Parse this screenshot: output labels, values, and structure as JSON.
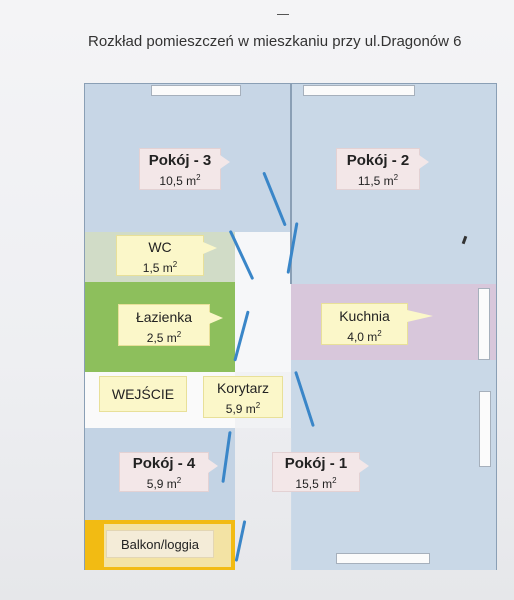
{
  "title": "Rozkład pomieszczeń w mieszkaniu przy ul.Dragonów 6",
  "colors": {
    "blue_room": "#c8d8e8",
    "wc": "#d1dcc7",
    "bathroom": "#8dbf5c",
    "kitchen": "#d8c7db",
    "entrance": "#ffffff",
    "balcony": "#f2bb13",
    "label": "#f3e7e8",
    "label_yellow": "#fbf7c9",
    "door": "#3a86c8"
  },
  "rooms": {
    "pokoj3": {
      "name": "Pokój - 3",
      "area": "10,5 m",
      "unit_sup": "2"
    },
    "pokoj2": {
      "name": "Pokój - 2",
      "area": "11,5 m",
      "unit_sup": "2"
    },
    "wc": {
      "name": "WC",
      "area": "1,5 m",
      "unit_sup": "2"
    },
    "lazienka": {
      "name": "Łazienka",
      "area": "2,5 m",
      "unit_sup": "2"
    },
    "kuchnia": {
      "name": "Kuchnia",
      "area": "4,0 m",
      "unit_sup": "2"
    },
    "wejscie": {
      "name": "WEJŚCIE"
    },
    "korytarz": {
      "name": "Korytarz",
      "area": "5,9 m",
      "unit_sup": "2"
    },
    "pokoj4": {
      "name": "Pokój - 4",
      "area": "5,9 m",
      "unit_sup": "2"
    },
    "pokoj1": {
      "name": "Pokój - 1",
      "area": "15,5 m",
      "unit_sup": "2"
    },
    "balkon": {
      "name": "Balkon/loggia"
    }
  }
}
